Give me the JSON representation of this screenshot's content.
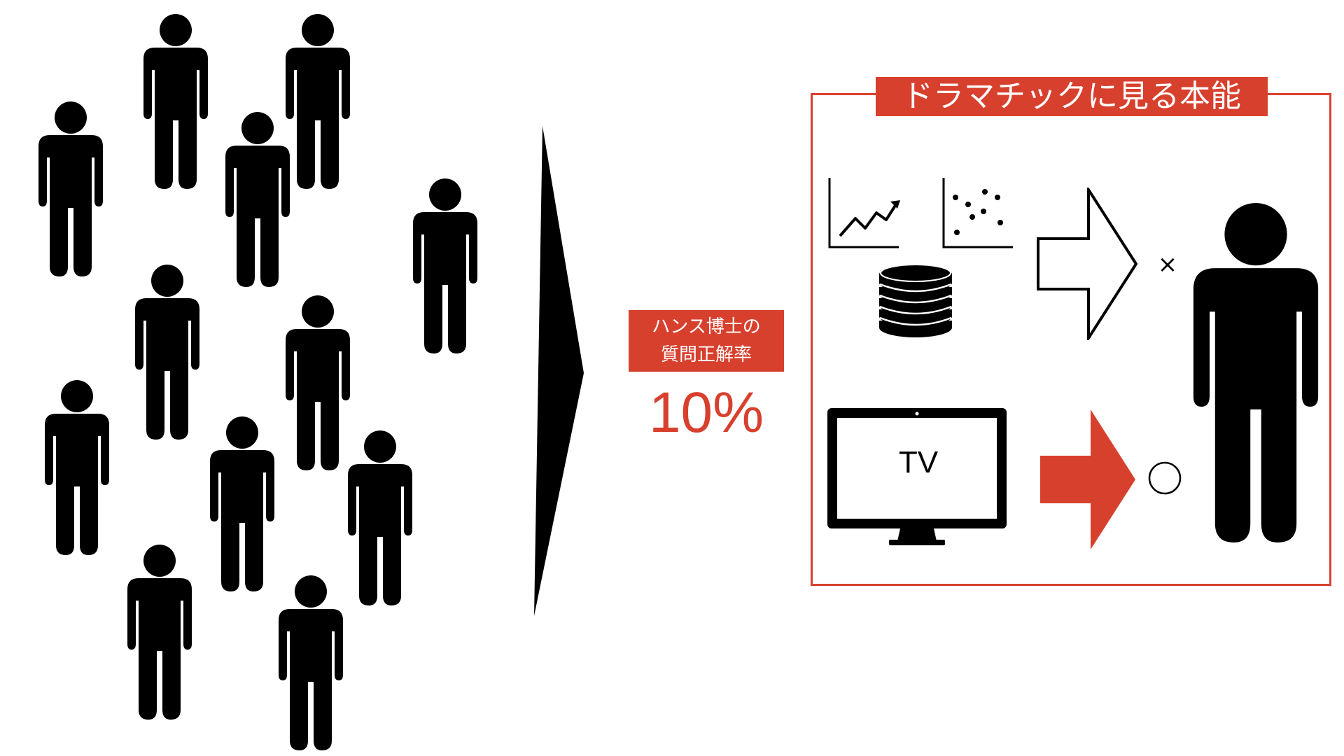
{
  "rate": {
    "label_line1": "ハンス博士の",
    "label_line2": "質問正解率",
    "value": "10%"
  },
  "panel": {
    "title": "ドラマチックに見る本能"
  },
  "tv": {
    "label": "TV"
  },
  "marks": {
    "cross": "×"
  },
  "icons": {
    "crowd": "person-icon",
    "line_chart": "line-chart-icon",
    "scatter_plot": "scatter-plot-icon",
    "data_stack": "database-icon",
    "outline_arrow": "outline-arrow-icon",
    "red_arrow": "red-arrow-icon",
    "circle_mark": "circle-mark-icon",
    "large_person": "large-person-icon",
    "monitor": "monitor-icon"
  },
  "colors": {
    "accent": "#d8402e",
    "ink": "#000000"
  }
}
